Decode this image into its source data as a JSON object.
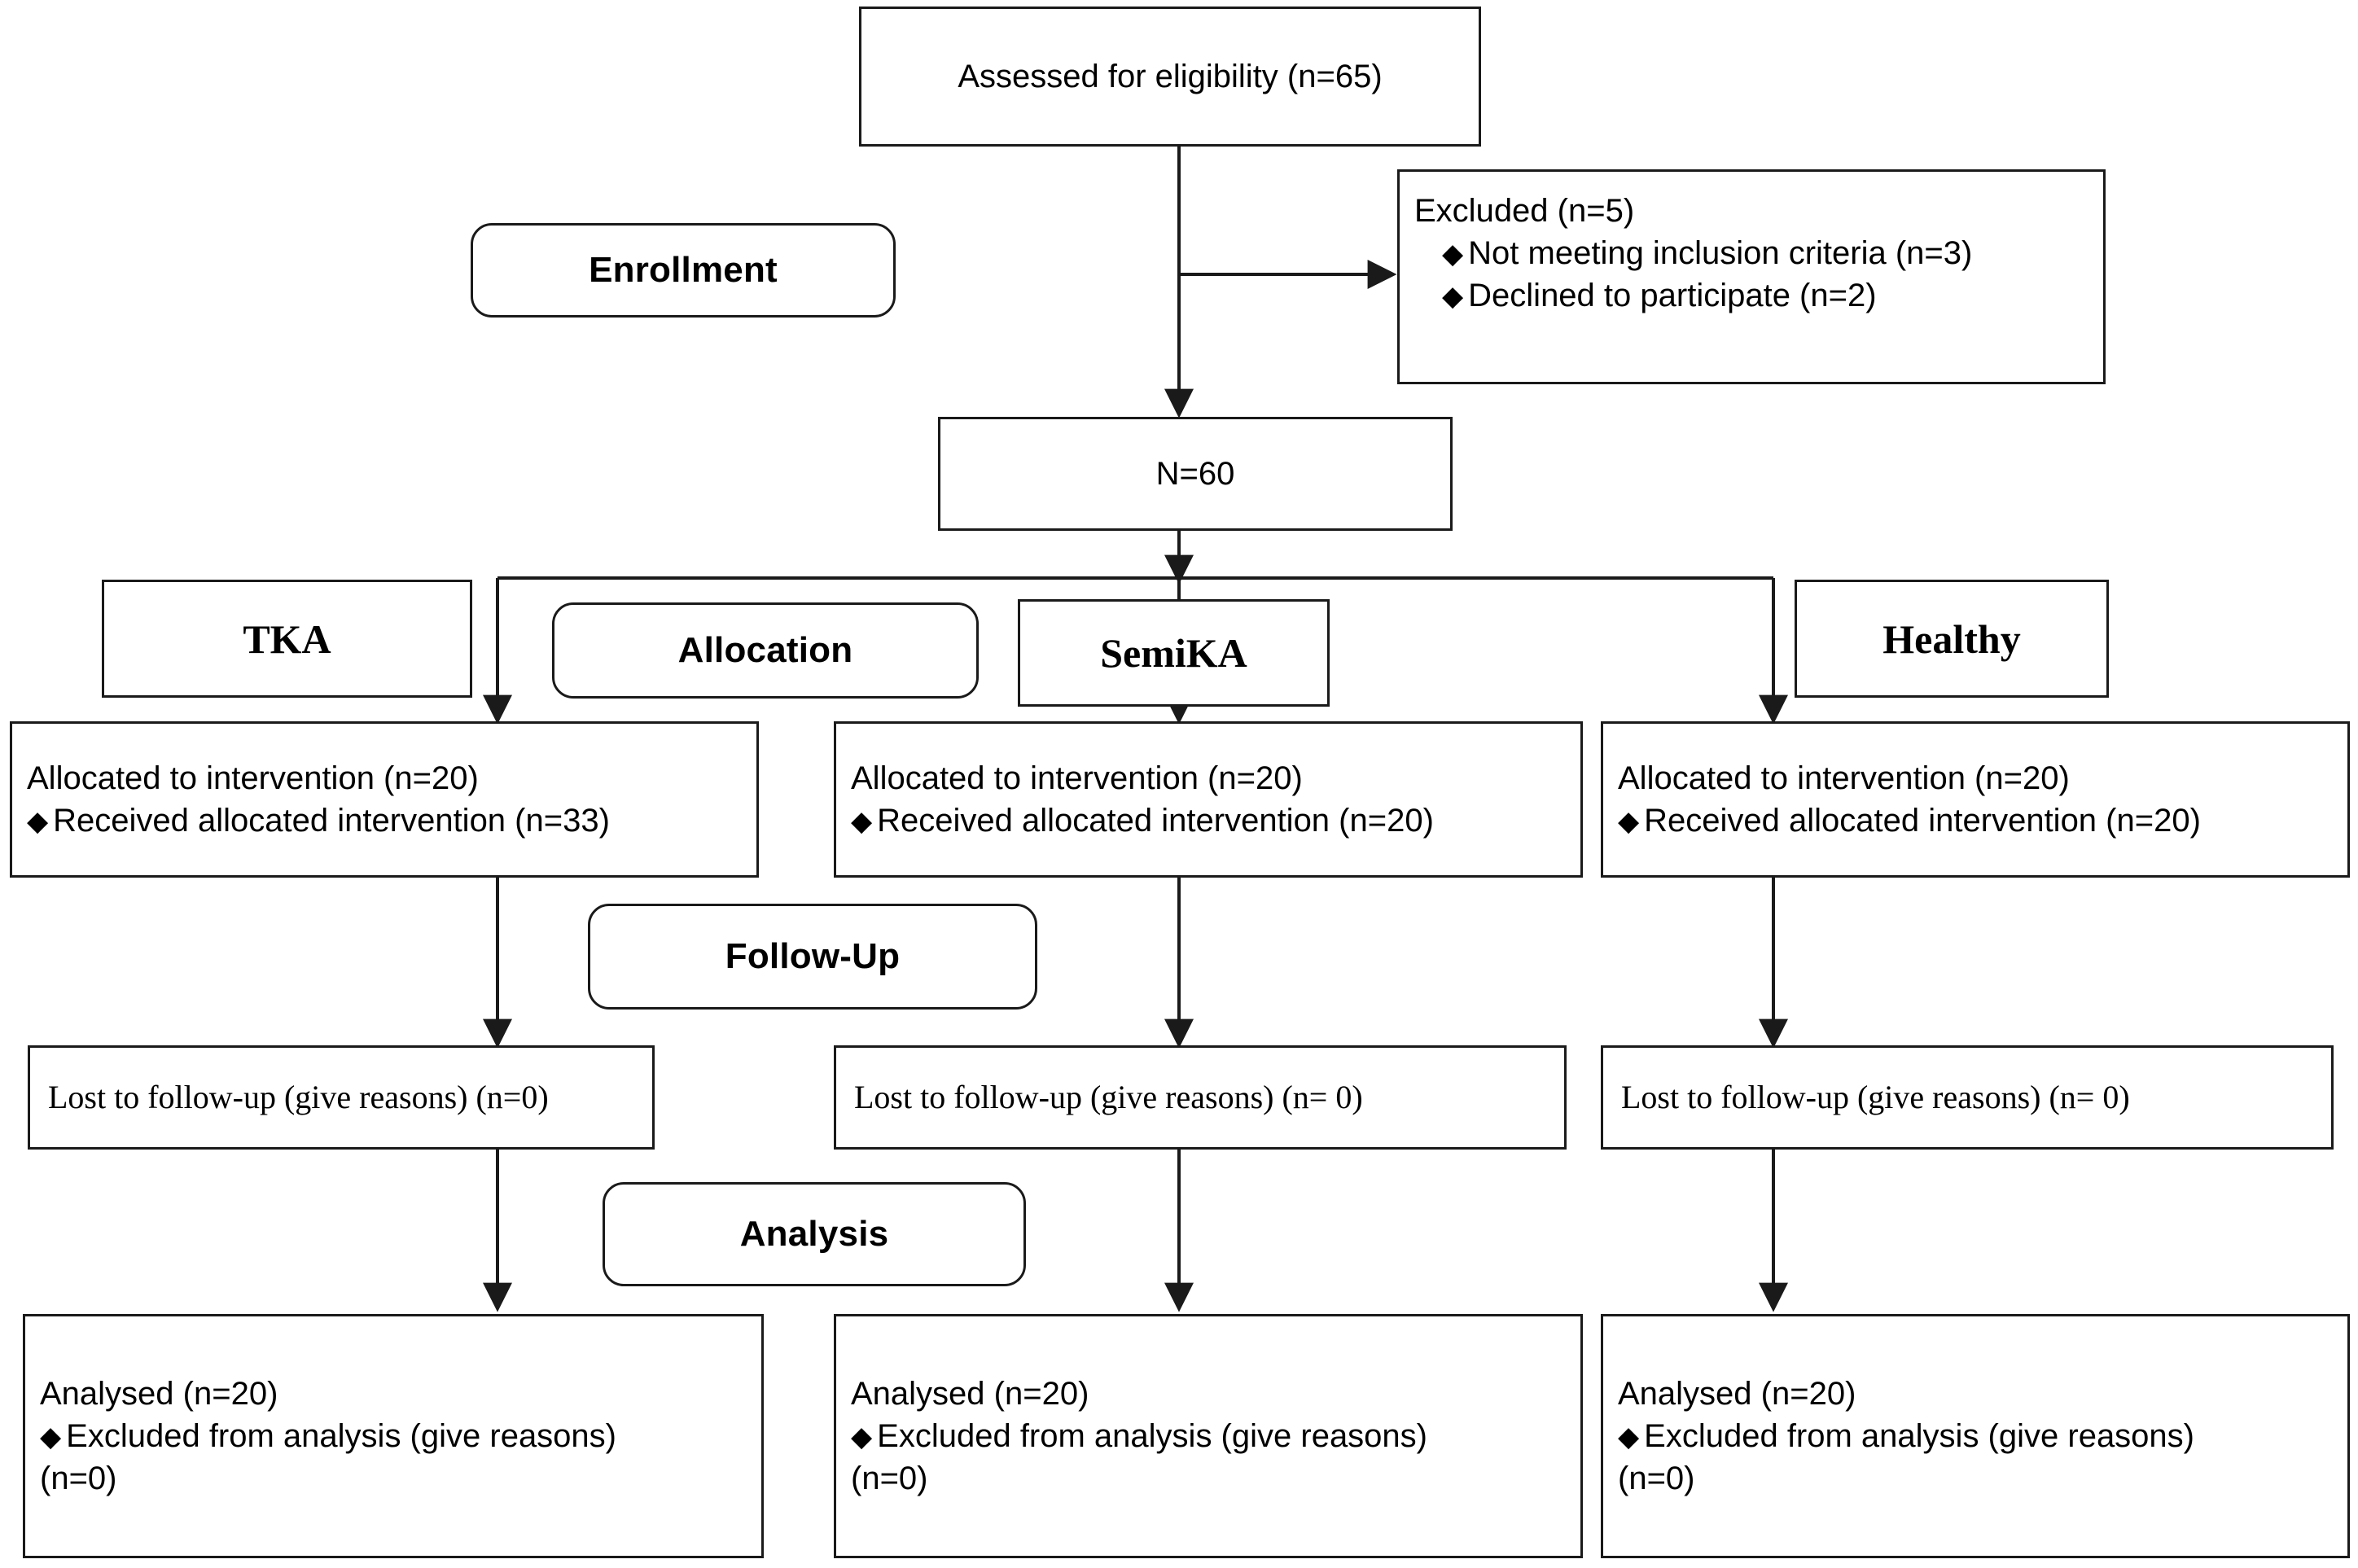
{
  "diagram": {
    "title": "CONSORT participant flow diagram",
    "colors": {
      "stroke": "#1a1a1a",
      "background": "#ffffff",
      "text": "#000000"
    },
    "stage_labels": {
      "enrollment": "Enrollment",
      "allocation": "Allocation",
      "followup": "Follow-Up",
      "analysis": "Analysis"
    },
    "group_labels": {
      "tka": "TKA",
      "semika": "SemiKA",
      "healthy": "Healthy"
    },
    "enrollment": {
      "assessed": "Assessed for eligibility (n=65)",
      "excluded_title": "Excluded (n=5)",
      "excluded_reasons": [
        "Not meeting inclusion criteria (n=3)",
        "Declined to participate (n=2)"
      ],
      "randomized": "N=60"
    },
    "allocation": [
      {
        "allocated": "Allocated to intervention (n=20)",
        "received": "Received allocated intervention (n=33)"
      },
      {
        "allocated": "Allocated to intervention (n=20)",
        "received": "Received allocated intervention (n=20)"
      },
      {
        "allocated": "Allocated to intervention (n=20)",
        "received": "Received allocated intervention (n=20)"
      }
    ],
    "followup": [
      {
        "lost": "Lost to follow-up (give reasons) (n=0)"
      },
      {
        "lost": "Lost to follow-up (give reasons) (n= 0)"
      },
      {
        "lost": "Lost to follow-up (give reasons) (n= 0)"
      }
    ],
    "analysis": [
      {
        "analysed": "Analysed (n=20)",
        "excluded": "Excluded from analysis (give reasons)",
        "excluded_count": "(n=0)"
      },
      {
        "analysed": "Analysed (n=20)",
        "excluded": "Excluded from analysis (give reasons)",
        "excluded_count": "(n=0)"
      },
      {
        "analysed": "Analysed (n=20)",
        "excluded": "Excluded from analysis (give reasons)",
        "excluded_count": "(n=0)"
      }
    ],
    "bullet_glyph": "♦"
  }
}
